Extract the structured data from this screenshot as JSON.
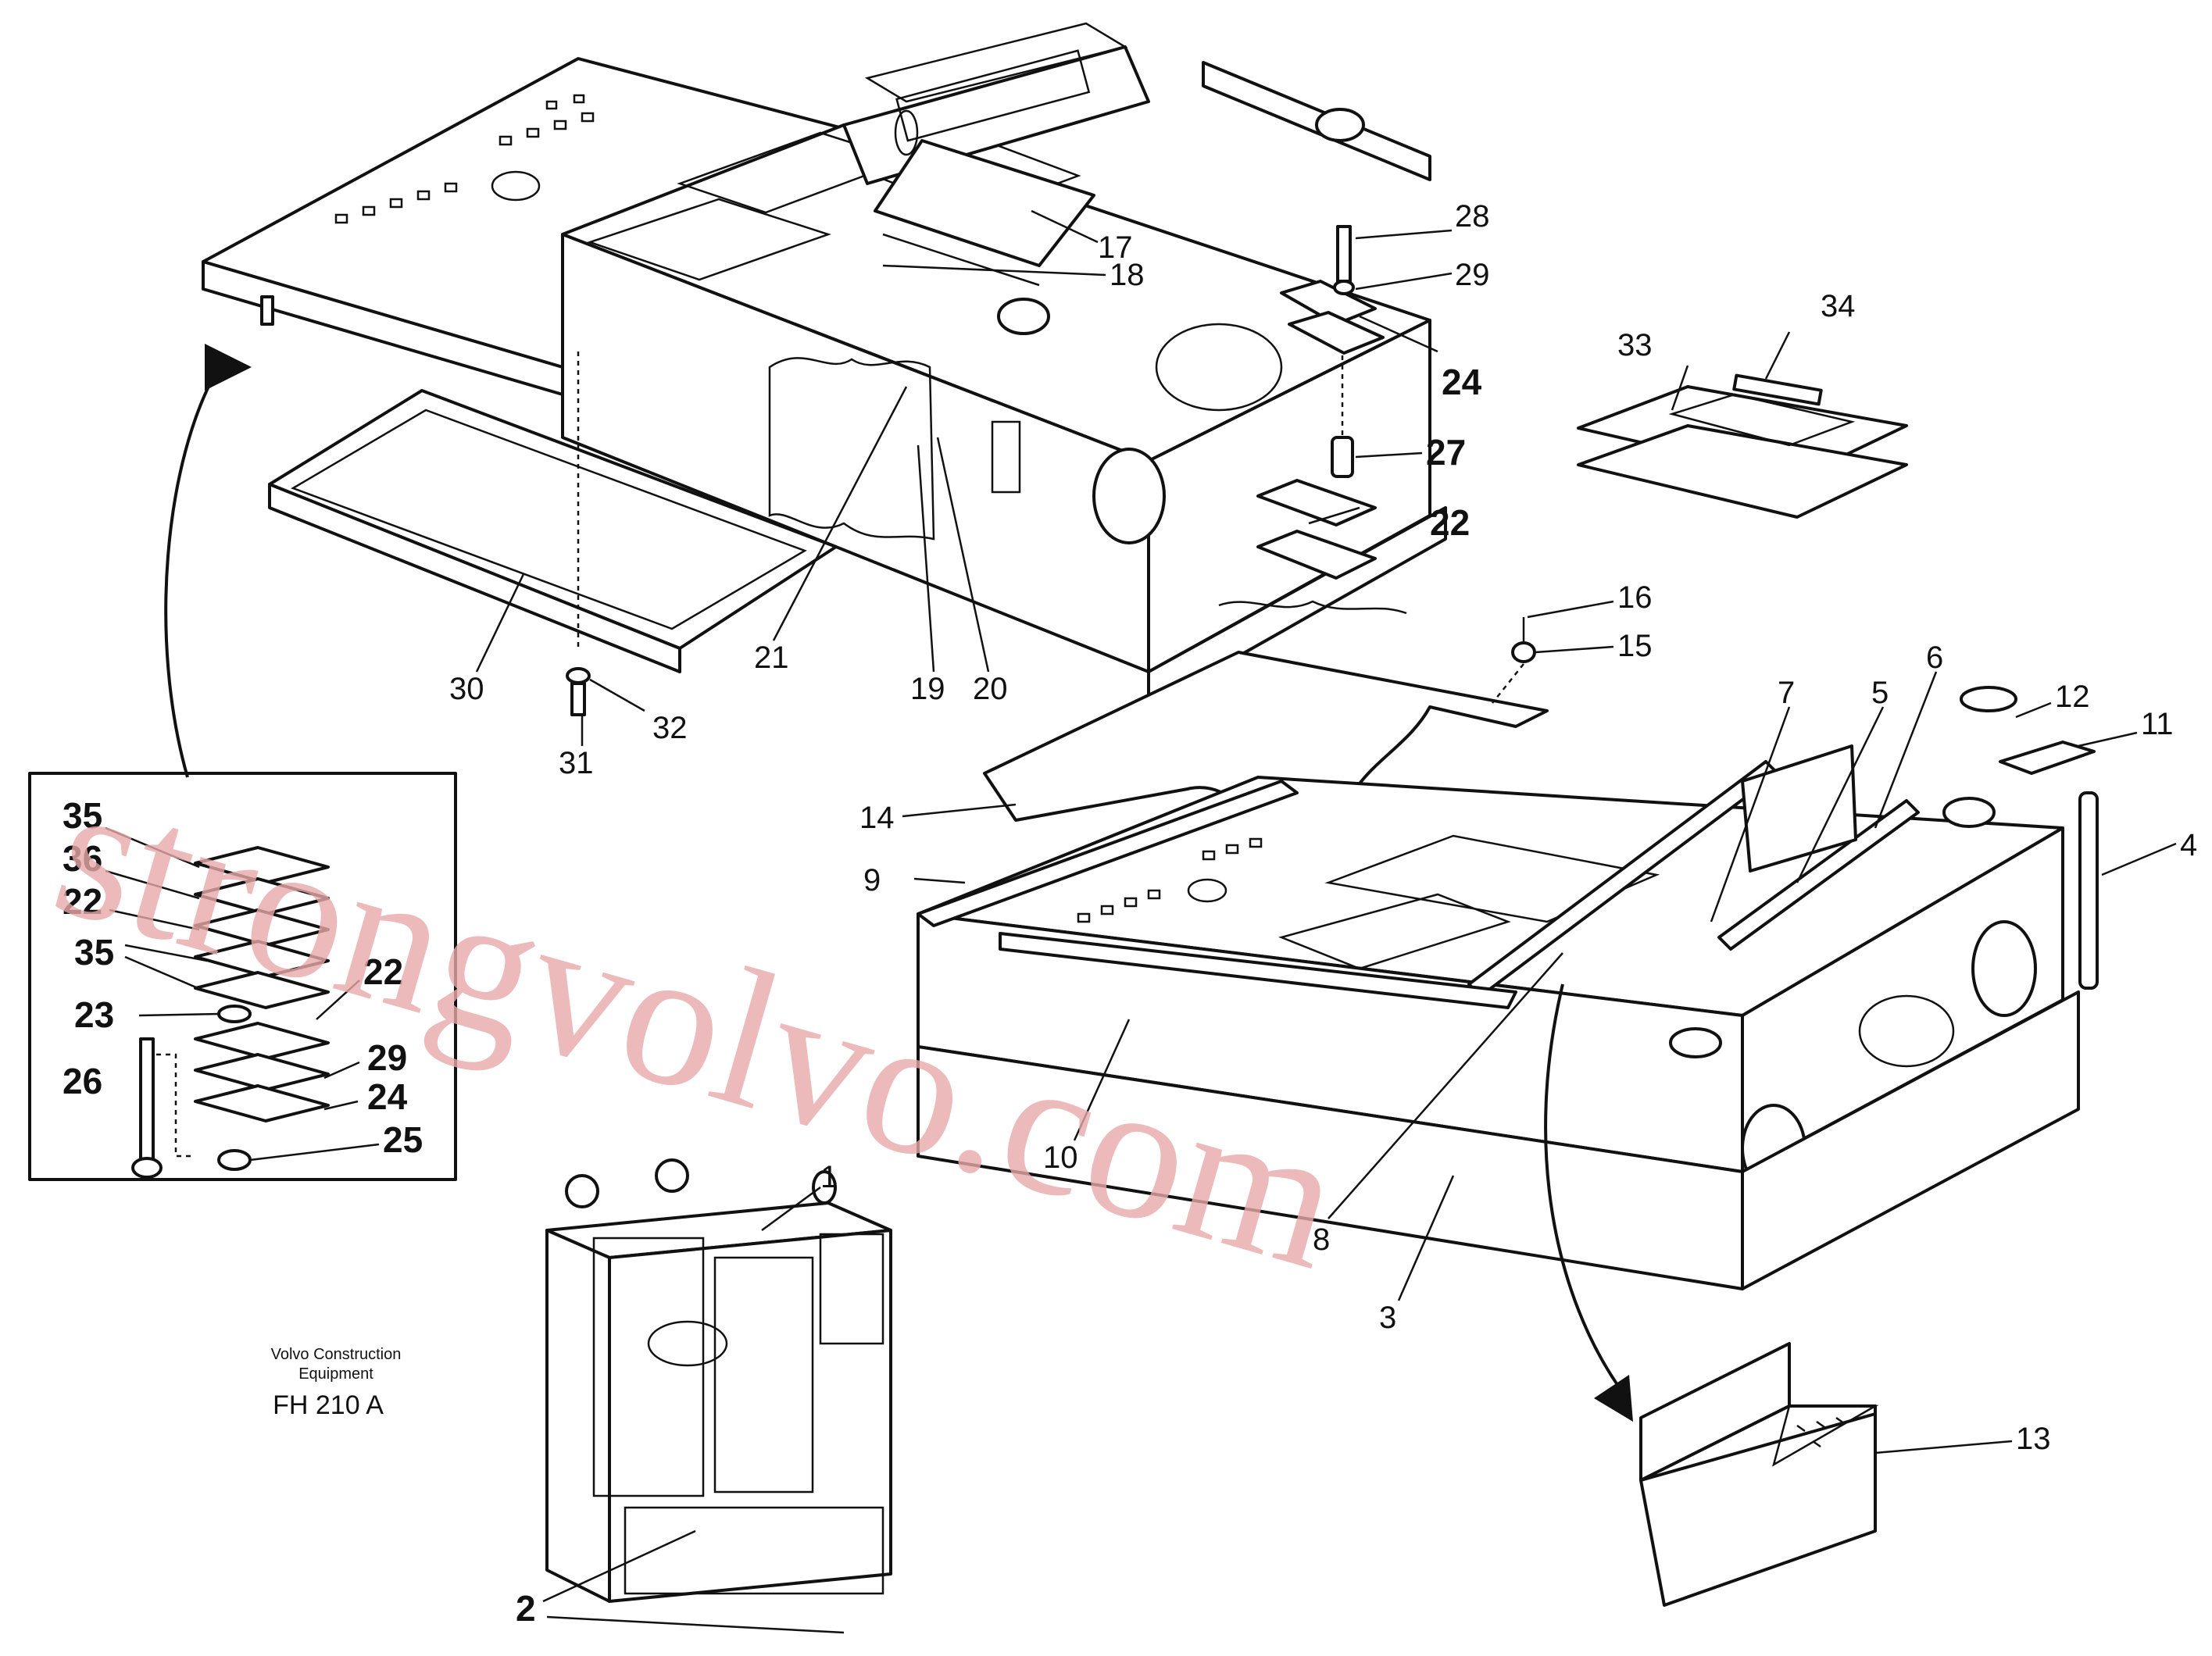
{
  "caption": {
    "line1": "Volvo Construction",
    "line2": "Equipment",
    "code": "FH 210 A"
  },
  "watermark": "strongvolvo.com",
  "callouts": [
    {
      "label": "1",
      "bold": false
    },
    {
      "label": "2",
      "bold": false
    },
    {
      "label": "3",
      "bold": false
    },
    {
      "label": "4",
      "bold": false
    },
    {
      "label": "5",
      "bold": false
    },
    {
      "label": "6",
      "bold": false
    },
    {
      "label": "7",
      "bold": false
    },
    {
      "label": "8",
      "bold": false
    },
    {
      "label": "9",
      "bold": false
    },
    {
      "label": "10",
      "bold": false
    },
    {
      "label": "11",
      "bold": false
    },
    {
      "label": "12",
      "bold": false
    },
    {
      "label": "13",
      "bold": false
    },
    {
      "label": "14",
      "bold": false
    },
    {
      "label": "15",
      "bold": false
    },
    {
      "label": "16",
      "bold": false
    },
    {
      "label": "17",
      "bold": false
    },
    {
      "label": "18",
      "bold": false
    },
    {
      "label": "19",
      "bold": false
    },
    {
      "label": "20",
      "bold": false
    },
    {
      "label": "21",
      "bold": false
    },
    {
      "label": "22",
      "bold": true
    },
    {
      "label": "24",
      "bold": true
    },
    {
      "label": "27",
      "bold": true
    },
    {
      "label": "28",
      "bold": false
    },
    {
      "label": "29",
      "bold": false
    },
    {
      "label": "30",
      "bold": false
    },
    {
      "label": "31",
      "bold": false
    },
    {
      "label": "32",
      "bold": false
    },
    {
      "label": "33",
      "bold": false
    },
    {
      "label": "34",
      "bold": false
    },
    {
      "label": "35",
      "bold": true
    },
    {
      "label": "36",
      "bold": true
    },
    {
      "label": "22",
      "bold": true
    },
    {
      "label": "35",
      "bold": true
    },
    {
      "label": "22",
      "bold": true
    },
    {
      "label": "23",
      "bold": true
    },
    {
      "label": "29",
      "bold": true
    },
    {
      "label": "26",
      "bold": true
    },
    {
      "label": "24",
      "bold": true
    },
    {
      "label": "25",
      "bold": true
    }
  ]
}
